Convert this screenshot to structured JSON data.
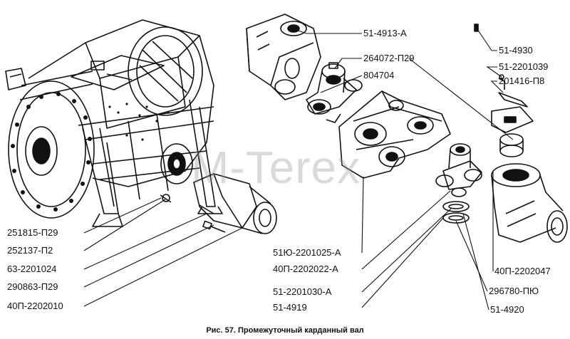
{
  "watermark": "M-Terex",
  "caption": "Рис. 57. Промежуточный карданный вал",
  "part_labels": [
    "51-4913-А",
    "264072-П29",
    "804704",
    "51-4930",
    "51-2201039",
    "201416-П8",
    "251815-П29",
    "252137-П2",
    "63-2201024",
    "290863-П29",
    "40П-2202010",
    "51Ю-2201025-А",
    "40П-2202022-А",
    "51-2201030-А",
    "51-4919",
    "40П-2202047",
    "296780-ПЮ",
    "51-4920"
  ]
}
